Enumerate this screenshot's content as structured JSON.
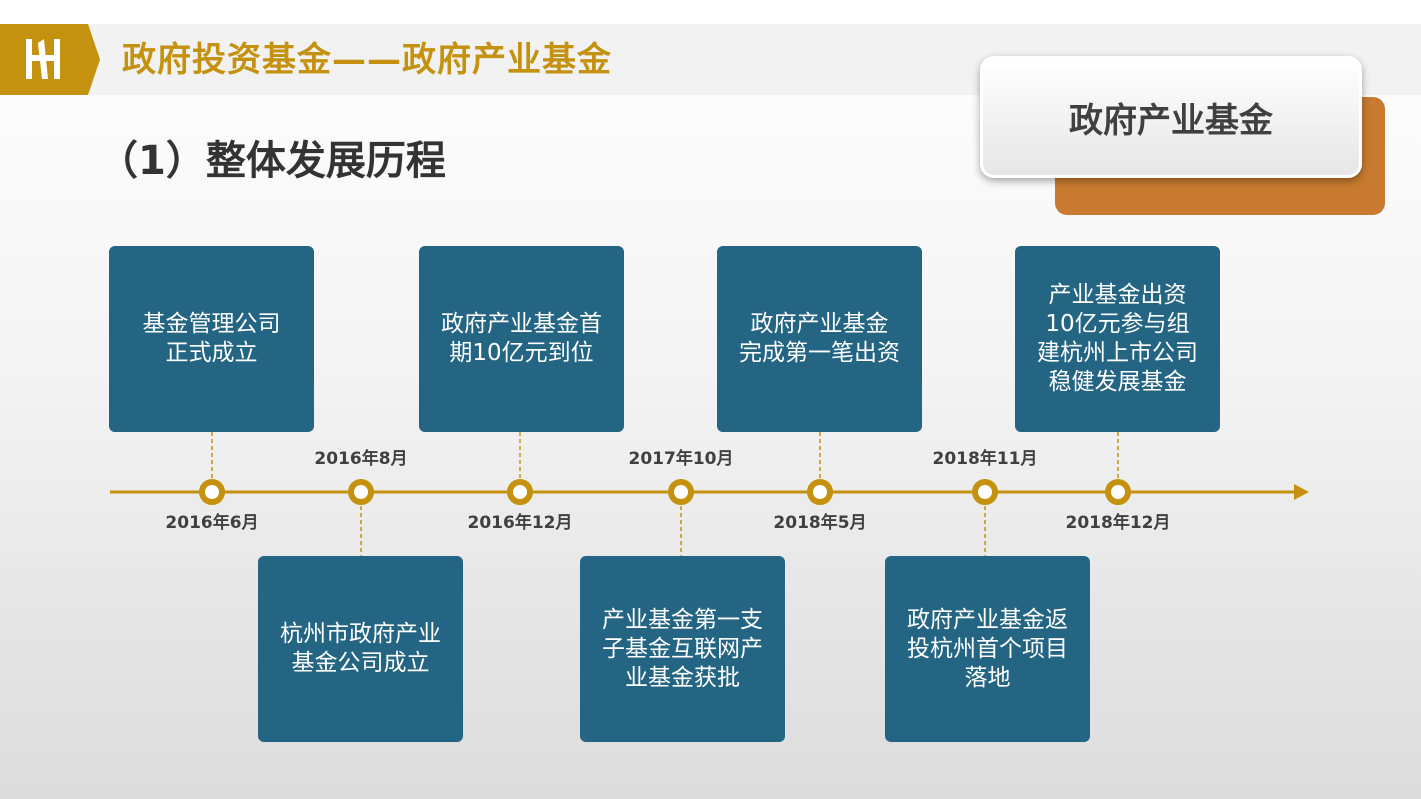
{
  "header": {
    "title": "政府投资基金——政府产业基金"
  },
  "section": {
    "title": "（1）整体发展历程"
  },
  "badge": {
    "label": "政府产业基金"
  },
  "colors": {
    "gold": "#c4920f",
    "box_blue": "#236583",
    "badge_orange": "#c77a30",
    "text_dark": "#404040"
  },
  "timeline": {
    "events": [
      {
        "date": "2016年6月",
        "text": "基金管理公司\n正式成立",
        "position": "above"
      },
      {
        "date": "2016年8月",
        "text": "杭州市政府产业\n基金公司成立",
        "position": "below"
      },
      {
        "date": "2016年12月",
        "text": "政府产业基金首\n期10亿元到位",
        "position": "above"
      },
      {
        "date": "2017年10月",
        "text": "产业基金第一支\n子基金互联网产\n业基金获批",
        "position": "below"
      },
      {
        "date": "2018年5月",
        "text": "政府产业基金\n完成第一笔出资",
        "position": "above"
      },
      {
        "date": "2018年11月",
        "text": "政府产业基金返\n投杭州首个项目\n落地",
        "position": "below"
      },
      {
        "date": "2018年12月",
        "text": "产业基金出资\n10亿元参与组\n建杭州上市公司\n稳健发展基金",
        "position": "above"
      }
    ]
  }
}
